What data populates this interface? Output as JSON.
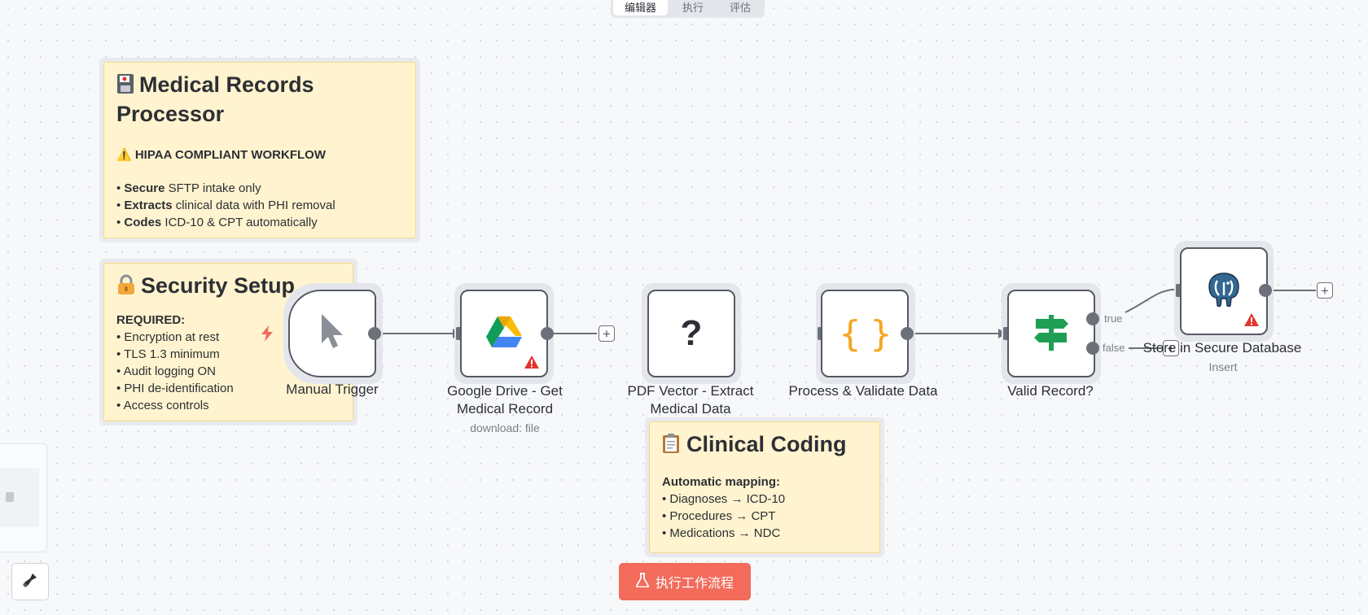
{
  "top_tabs": [
    "编辑器",
    "执行",
    "评估"
  ],
  "notes": {
    "medical": {
      "icon": "floppy-disk-icon",
      "title": "Medical Records Processor",
      "warning": "⚠️ HIPAA COMPLIANT WORKFLOW",
      "bullets": [
        {
          "bold": "Secure",
          "text": " SFTP intake only"
        },
        {
          "bold": "Extracts",
          "text": " clinical data with PHI removal"
        },
        {
          "bold": "Codes",
          "text": " ICD-10 & CPT automatically"
        }
      ]
    },
    "security": {
      "icon": "lock-icon",
      "title": "Security Setup",
      "required": "REQUIRED:",
      "items": [
        "Encryption at rest",
        "TLS 1.3 minimum",
        "Audit logging ON",
        "PHI de-identification",
        "Access controls"
      ]
    },
    "coding": {
      "icon": "clipboard-icon",
      "title": "Clinical Coding",
      "subtitle": "Automatic mapping:",
      "items": [
        "Diagnoses → ICD-10",
        "Procedures → CPT",
        "Medications → NDC"
      ]
    }
  },
  "nodes": {
    "trigger": {
      "label": "Manual Trigger",
      "icon": "cursor-icon"
    },
    "gdrive": {
      "label_line1": "Google Drive - Get",
      "label_line2": "Medical Record",
      "sub": "download: file",
      "icon": "google-drive-icon"
    },
    "pdf": {
      "label_line1": "PDF Vector - Extract",
      "label_line2": "Medical Data",
      "icon": "question-icon",
      "glyph": "?"
    },
    "code": {
      "label": "Process & Validate Data",
      "icon": "code-braces-icon",
      "glyph": "{ }"
    },
    "if": {
      "label": "Valid Record?",
      "icon": "signpost-icon",
      "true_label": "true",
      "false_label": "false"
    },
    "postgres": {
      "label": "Store in Secure Database",
      "sub": "Insert",
      "icon": "postgres-elephant-icon"
    }
  },
  "plus": "+",
  "run_button": "执行工作流程",
  "colors": {
    "run": "#f26b5b",
    "note_bg": "#fff4cf",
    "code_orange": "#f5a623",
    "if_green": "#1f9f54",
    "warn_red": "#e1352d"
  }
}
